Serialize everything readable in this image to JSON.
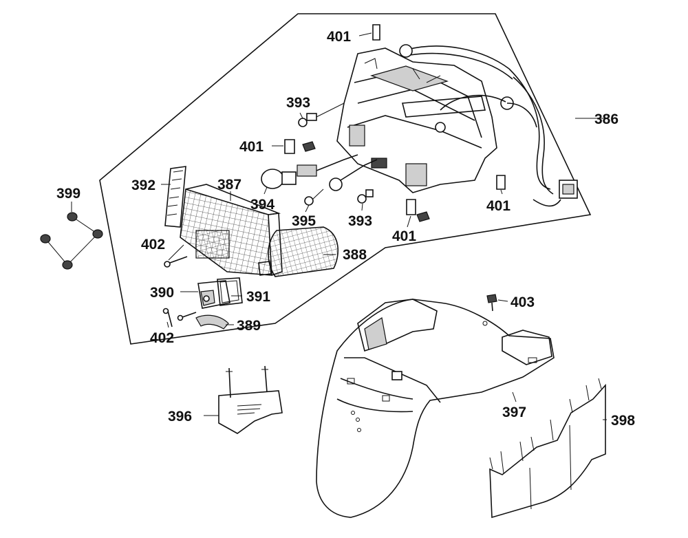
{
  "labels": {
    "p386": "386",
    "p387": "387",
    "p388": "388",
    "p389": "389",
    "p390": "390",
    "p391": "391",
    "p392": "392",
    "p393a": "393",
    "p393b": "393",
    "p394": "394",
    "p395": "395",
    "p396": "396",
    "p397": "397",
    "p398": "398",
    "p399": "399",
    "p401a": "401",
    "p401b": "401",
    "p401c": "401",
    "p401d": "401",
    "p402a": "402",
    "p402b": "402",
    "p403": "403"
  },
  "colors": {
    "line": "#111111",
    "shade": "#cfcfcf",
    "dark": "#444444",
    "background": "#ffffff"
  }
}
